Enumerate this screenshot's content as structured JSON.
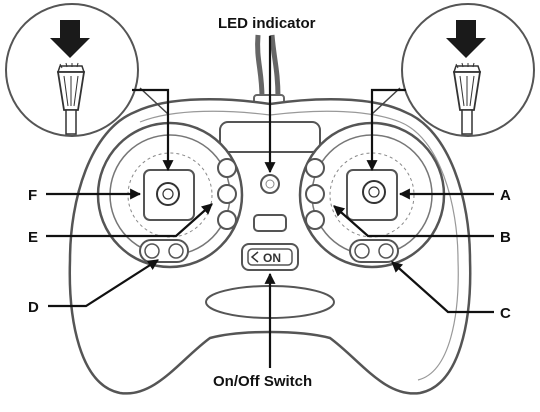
{
  "labels": {
    "led_indicator": "LED indicator",
    "on_off_switch": "On/Off Switch",
    "a": "A",
    "b": "B",
    "c": "C",
    "d": "D",
    "e": "E",
    "f": "F"
  },
  "switch_text": "ON",
  "icons": {
    "left_zoom": "down-arrow-pushing-stick-icon",
    "right_zoom": "down-arrow-pushing-stick-icon"
  }
}
